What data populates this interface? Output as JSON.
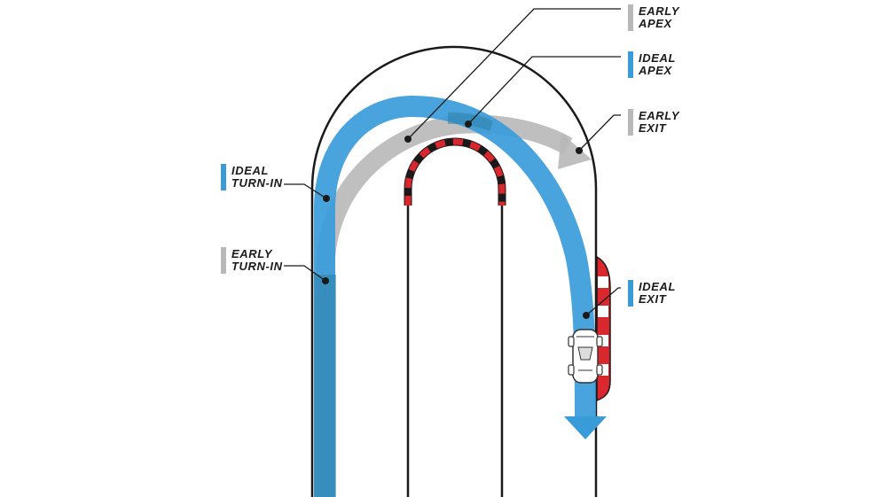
{
  "colors": {
    "ideal": "#3a9bd9",
    "ideal_overlap": "#2e82a8",
    "early": "#b8b8b8",
    "track_outline": "#1a1a1a",
    "curb_red": "#d9272e",
    "curb_white": "#ffffff",
    "label_text": "#1a1a1a"
  },
  "labels": {
    "early_apex": {
      "line1": "EARLY",
      "line2": "APEX",
      "marker_color": "#b8b8b8"
    },
    "ideal_apex": {
      "line1": "IDEAL",
      "line2": "APEX",
      "marker_color": "#3a9bd9"
    },
    "early_exit": {
      "line1": "EARLY",
      "line2": "EXIT",
      "marker_color": "#b8b8b8"
    },
    "ideal_turn_in": {
      "line1": "IDEAL",
      "line2": "TURN-IN",
      "marker_color": "#3a9bd9"
    },
    "early_turn_in": {
      "line1": "EARLY",
      "line2": "TURN-IN",
      "marker_color": "#b8b8b8"
    },
    "ideal_exit": {
      "line1": "IDEAL",
      "line2": "EXIT",
      "marker_color": "#3a9bd9"
    }
  },
  "icons": {
    "car": "race-car-icon",
    "direction": "arrow-down-icon"
  }
}
